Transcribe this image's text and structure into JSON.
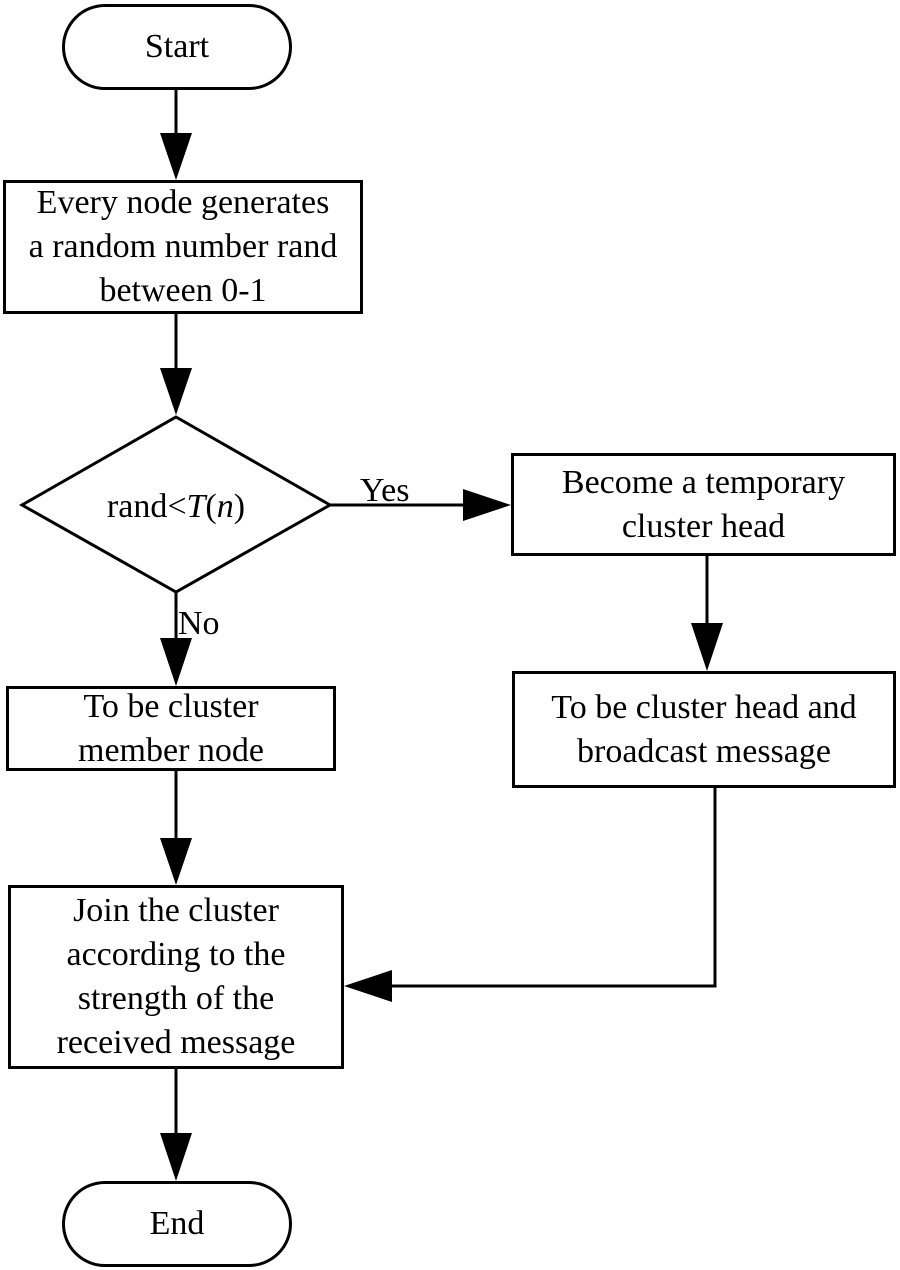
{
  "flowchart": {
    "start": {
      "label": "Start"
    },
    "generate": {
      "lines": [
        "Every node generates",
        "a random number rand",
        "between 0-1"
      ]
    },
    "decision": {
      "prefix": "rand<",
      "italic_t": "T",
      "open_paren": "(",
      "italic_n": "n",
      "close_paren": ")"
    },
    "temp_head": {
      "lines": [
        "Become a temporary",
        "cluster head"
      ]
    },
    "broadcast": {
      "lines": [
        "To be cluster head and",
        "broadcast message"
      ]
    },
    "member": {
      "lines": [
        "To be cluster",
        "member node"
      ]
    },
    "join": {
      "lines": [
        "Join the cluster",
        "according to the",
        "strength of the",
        "received message"
      ]
    },
    "end": {
      "label": "End"
    },
    "edges": {
      "yes_label": "Yes",
      "no_label": "No"
    }
  }
}
